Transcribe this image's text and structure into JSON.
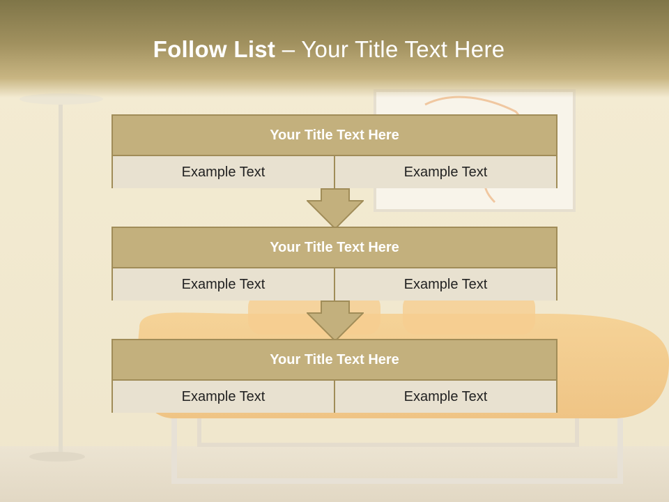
{
  "slide": {
    "title_bold": "Follow List",
    "title_rest": " – Your Title Text Here"
  },
  "blocks": [
    {
      "title": "Your Title Text Here",
      "left": "Example Text",
      "right": "Example Text"
    },
    {
      "title": "Your Title Text Here",
      "left": "Example Text",
      "right": "Example Text"
    },
    {
      "title": "Your Title Text Here",
      "left": "Example Text",
      "right": "Example Text"
    }
  ],
  "colors": {
    "header": "#a1915f",
    "block_title_fill": "#c3b07d",
    "block_border": "#a08c58",
    "cell_fill": "#e8e1d0"
  }
}
